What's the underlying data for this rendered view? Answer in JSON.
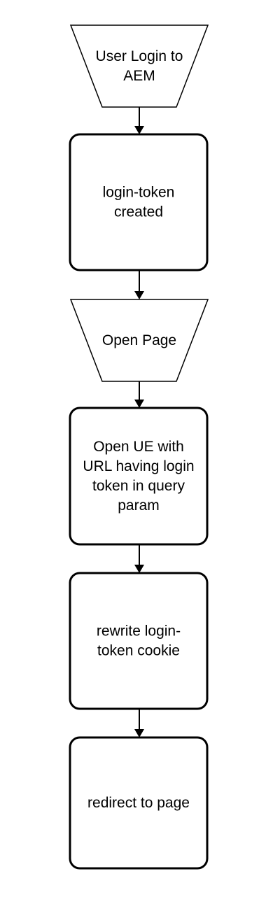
{
  "diagram": {
    "type": "flowchart",
    "nodes": [
      {
        "id": "user-login",
        "shape": "trapezoid",
        "lines": [
          "User Login to",
          "AEM"
        ]
      },
      {
        "id": "login-token-created",
        "shape": "rounded-rect",
        "lines": [
          "login-token",
          "created"
        ]
      },
      {
        "id": "open-page",
        "shape": "trapezoid",
        "lines": [
          "Open Page"
        ]
      },
      {
        "id": "open-ue",
        "shape": "rounded-rect",
        "lines": [
          "Open UE with",
          "URL having login",
          "token in query",
          "param"
        ]
      },
      {
        "id": "rewrite-cookie",
        "shape": "rounded-rect",
        "lines": [
          "rewrite login-",
          "token cookie"
        ]
      },
      {
        "id": "redirect",
        "shape": "rounded-rect",
        "lines": [
          "redirect to page"
        ]
      }
    ],
    "edges": [
      {
        "from": "user-login",
        "to": "login-token-created"
      },
      {
        "from": "login-token-created",
        "to": "open-page"
      },
      {
        "from": "open-page",
        "to": "open-ue"
      },
      {
        "from": "open-ue",
        "to": "rewrite-cookie"
      },
      {
        "from": "rewrite-cookie",
        "to": "redirect"
      }
    ]
  }
}
